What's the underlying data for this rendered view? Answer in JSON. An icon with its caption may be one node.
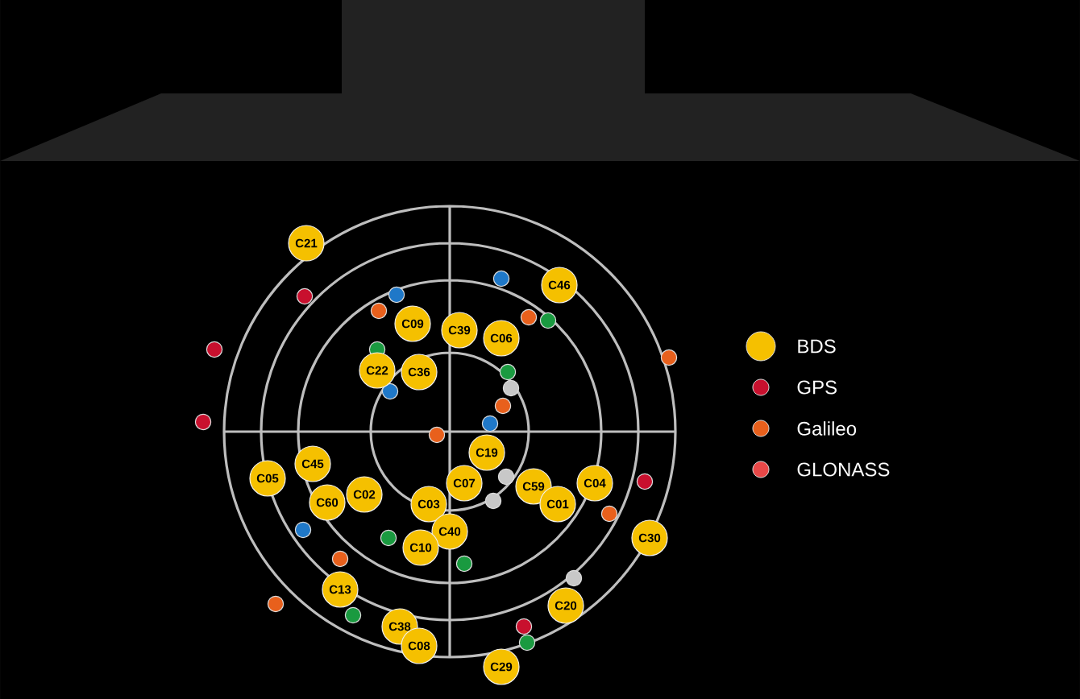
{
  "diagram": {
    "nodes": [
      {
        "text": [
          "C21"
        ]
      },
      {
        "text": [
          "C46"
        ]
      },
      {
        "text": [
          "C09"
        ]
      },
      {
        "text": [
          "C39"
        ]
      },
      {
        "text": [
          "C06"
        ]
      },
      {
        "text": [
          "C22"
        ]
      },
      {
        "text": [
          "C36"
        ]
      },
      {
        "text": [
          "C19"
        ]
      },
      {
        "text": [
          "C45"
        ]
      },
      {
        "text": [
          "C05"
        ]
      },
      {
        "text": [
          "C07"
        ]
      },
      {
        "text": [
          "C59"
        ]
      },
      {
        "text": [
          "C04"
        ]
      },
      {
        "text": [
          "C60"
        ]
      },
      {
        "text": [
          "C02"
        ]
      },
      {
        "text": [
          "C01"
        ]
      },
      {
        "text": [
          "C03"
        ]
      },
      {
        "text": [
          "C40"
        ]
      },
      {
        "text": [
          "C10"
        ]
      },
      {
        "text": [
          "C30"
        ]
      },
      {
        "text": [
          "C13"
        ]
      },
      {
        "text": [
          "C20"
        ]
      },
      {
        "text": [
          "C38"
        ]
      },
      {
        "text": [
          "C08"
        ]
      },
      {
        "text": [
          "C29"
        ]
      }
    ],
    "legend": [
      {
        "text": "BDS",
        "color": "#f5c000"
      },
      {
        "text": "GPS",
        "color": "#c8102e"
      },
      {
        "text": "Galileo",
        "color": "#e8601c"
      },
      {
        "text": "GLONASS",
        "color": "#e84848"
      }
    ]
  }
}
